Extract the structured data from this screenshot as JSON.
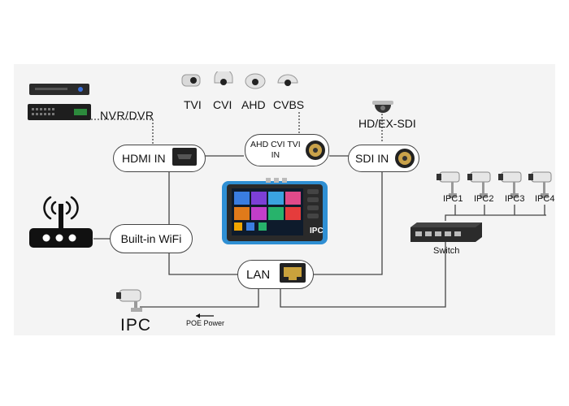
{
  "devices": {
    "recorder": {
      "label": "NVR/DVR",
      "icon": "nvr-dvr-recorder-icon"
    },
    "analog_cams": {
      "labels": [
        "TVI",
        "CVI",
        "AHD",
        "CVBS"
      ],
      "icon": "dome-camera-icon"
    },
    "sdi_cam": {
      "label": "HD/EX-SDI",
      "icon": "sdi-dome-camera-icon"
    },
    "ip_cams": {
      "labels": [
        "IPC1",
        "IPC2",
        "IPC3",
        "IPC4"
      ],
      "icon": "bullet-camera-icon"
    },
    "switch": {
      "label": "Switch",
      "icon": "network-switch-icon"
    },
    "router": {
      "icon": "wifi-router-icon"
    },
    "ipc": {
      "label": "IPC",
      "icon": "bullet-camera-icon"
    },
    "poe": {
      "label": "POE Power",
      "icon": "arrow-left-icon"
    }
  },
  "ports": {
    "hdmi": {
      "label": "HDMI IN",
      "icon": "hdmi-port-icon"
    },
    "analog": {
      "label_line1": "AHD CVI TVI",
      "label_line2": "IN",
      "icon": "bnc-port-icon"
    },
    "sdi": {
      "label": "SDI IN",
      "icon": "bnc-port-icon"
    },
    "wifi": {
      "label": "Built-in WiFi"
    },
    "lan": {
      "label": "LAN",
      "icon": "ethernet-port-icon"
    }
  },
  "tester": {
    "badge": "IPC",
    "icon": "cctv-tester-device-icon"
  },
  "colors": {
    "wire": "#444444",
    "panel": "#f4f4f4",
    "tester_frame": "#2f8fd3",
    "bnc": "#c9a24a"
  }
}
